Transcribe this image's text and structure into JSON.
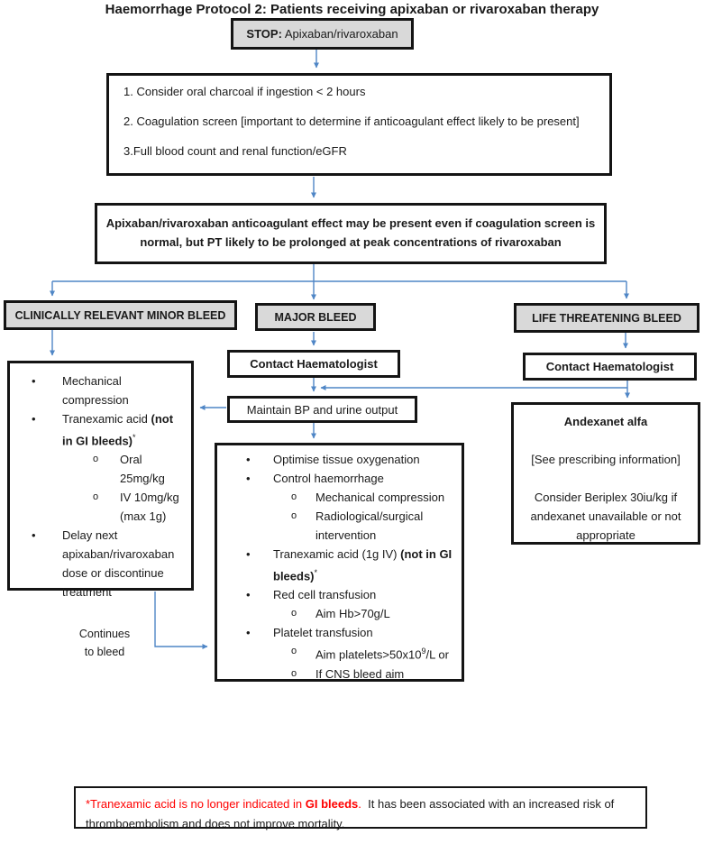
{
  "title": "Haemorrhage Protocol 2: Patients receiving apixaban or rivaroxaban therapy",
  "colors": {
    "arrow_blue": "#4f86c6",
    "header_fill": "#d9d9d9",
    "warning_red": "#ff0000"
  },
  "stop_box": {
    "label_bold": "STOP:",
    "label_rest": " Apixaban/rivaroxaban"
  },
  "initial_steps": {
    "line1": "1. Consider oral charcoal if ingestion < 2 hours",
    "line2": "2. Coagulation screen [important to determine if anticoagulant effect likely to be present]",
    "line3": "3.Full blood count and renal function/eGFR"
  },
  "warning_box": {
    "line1": "Apixaban/rivaroxaban anticoagulant effect may be present even if coagulation screen is",
    "line2": "normal, but PT likely to be prolonged at peak concentrations of rivaroxaban"
  },
  "branch_headers": {
    "minor": "CLINICALLY RELEVANT MINOR BLEED",
    "major": "MAJOR BLEED",
    "life_threatening": "LIFE THREATENING BLEED"
  },
  "minor_box": {
    "bullet_marker": "•",
    "sub_marker": "o",
    "b1": "Mechanical compression",
    "b2_pre": "Tranexamic acid ",
    "b2_bold": "(not in GI bleeds)",
    "b2_sup": "*",
    "b2_sub1": "Oral 25mg/kg",
    "b2_sub2": "IV 10mg/kg (max 1g)",
    "b3": "Delay next apixaban/rivaroxaban dose or discontinue treatment"
  },
  "continues_label": {
    "line1": "Continues",
    "line2": "to bleed"
  },
  "major_branch": {
    "contact": "Contact Haematologist",
    "maintain": "Maintain BP and urine output"
  },
  "major_box": {
    "b1": "Optimise tissue oxygenation",
    "b2": "Control haemorrhage",
    "b2_sub1": "Mechanical compression",
    "b2_sub2": "Radiological/surgical intervention",
    "b3_pre": "Tranexamic acid (1g IV) ",
    "b3_bold": "(not in GI bleeds)",
    "b3_sup": "*",
    "b4": "Red cell transfusion",
    "b4_sub1": "Aim Hb>70g/L",
    "b5": "Platelet transfusion",
    "b5_sub1_pre": "Aim platelets>50x10",
    "b5_sub1_sup": "9",
    "b5_sub1_post": "/L or",
    "b5_sub2": "If CNS bleed aim"
  },
  "life_branch": {
    "contact": "Contact Haematologist",
    "andexanet_title": "Andexanet alfa",
    "andexanet_line2": "[See prescribing information]",
    "andexanet_line3": "Consider Beriplex 30iu/kg if andexanet unavailable or not appropriate"
  },
  "footnote": {
    "red_pre": "*Tranexamic acid is no longer indicated in ",
    "red_bold": "GI bleeds",
    "red_post": ".",
    "black": "  It has been associated with an increased risk of thromboembolism and does not improve mortality."
  }
}
